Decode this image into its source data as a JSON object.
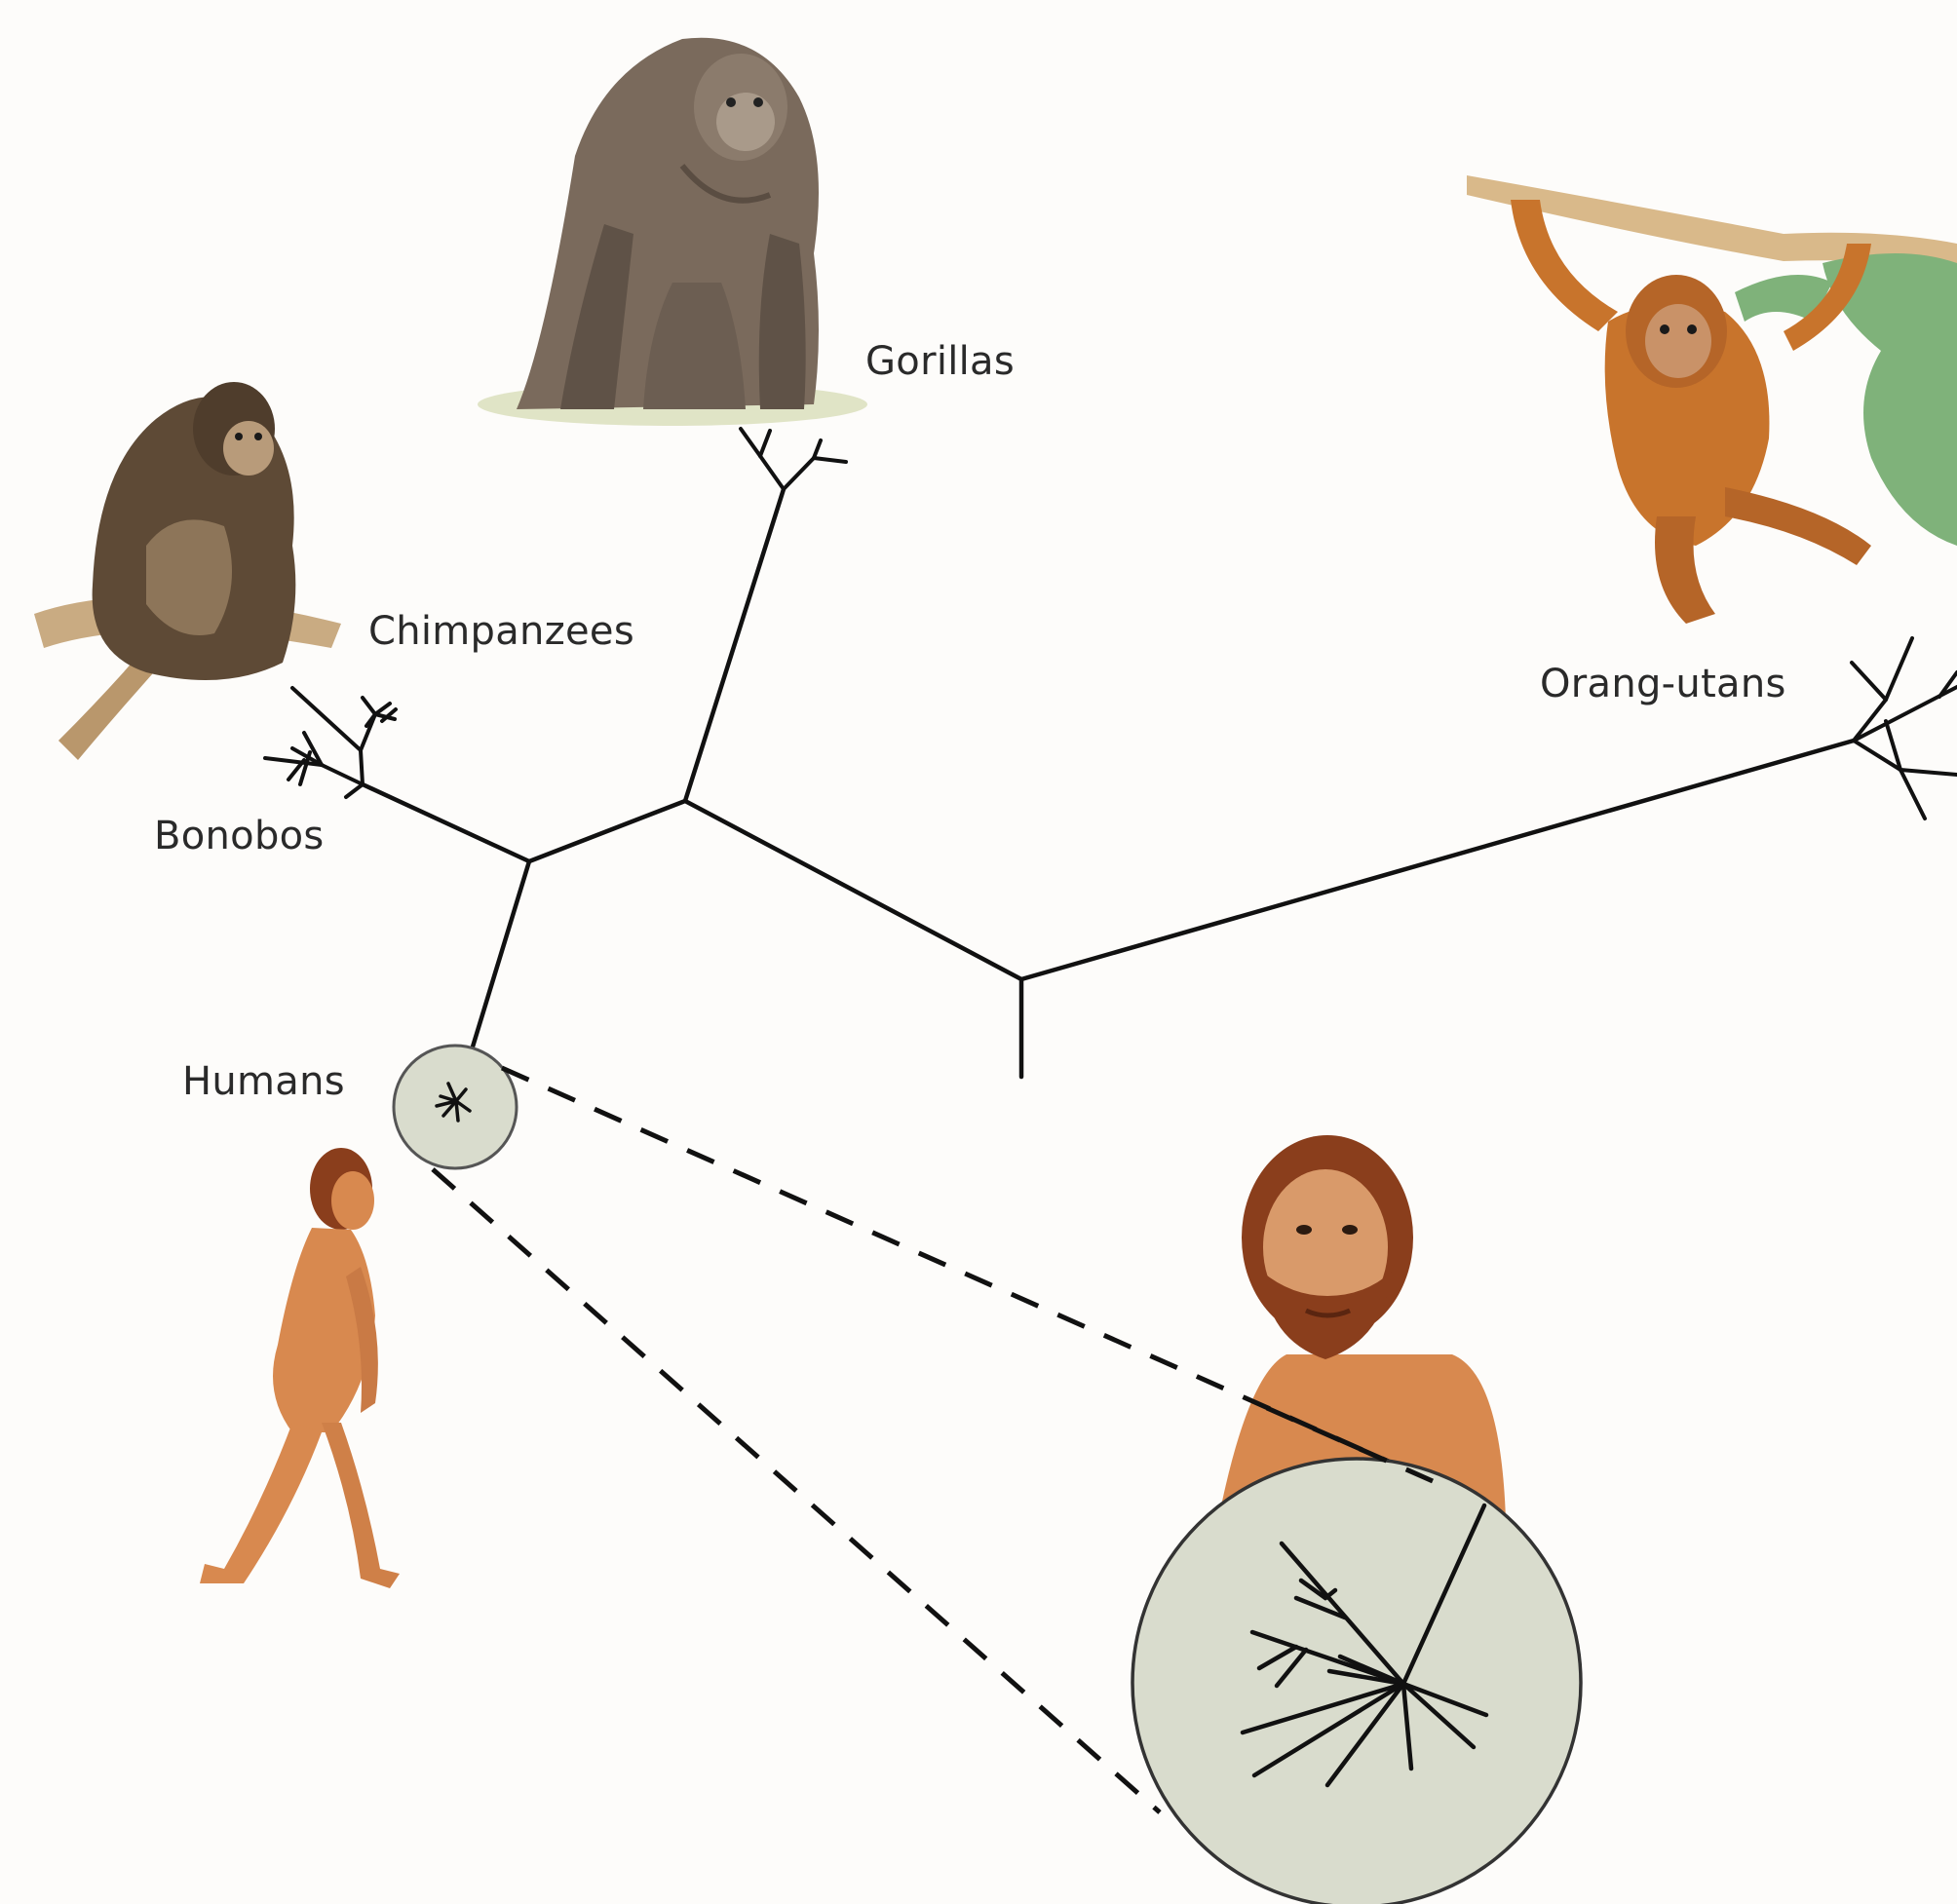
{
  "labels": {
    "gorillas": "Gorillas",
    "chimpanzees": "Chimpanzees",
    "bonobos": "Bonobos",
    "humans": "Humans",
    "orangutans": "Orang-utans"
  },
  "colors": {
    "branch": "#111111",
    "zoom_circle_fill": "#d9dccd",
    "zoom_circle_stroke": "#555555",
    "gorilla_fur": "#7a6a5c",
    "chimp_fur": "#5e4a36",
    "orangutan_fur": "#c8742c",
    "human_skin": "#d8894f",
    "human_hair": "#8a3e1c",
    "foliage": "#7fb27a",
    "vine": "#d9b98a"
  },
  "icons": {
    "gorilla": "gorilla-illustration",
    "chimpanzee": "chimpanzee-illustration",
    "orangutan": "orangutan-illustration",
    "human_walking": "walking-human-illustration",
    "human_portrait": "bearded-man-portrait"
  }
}
